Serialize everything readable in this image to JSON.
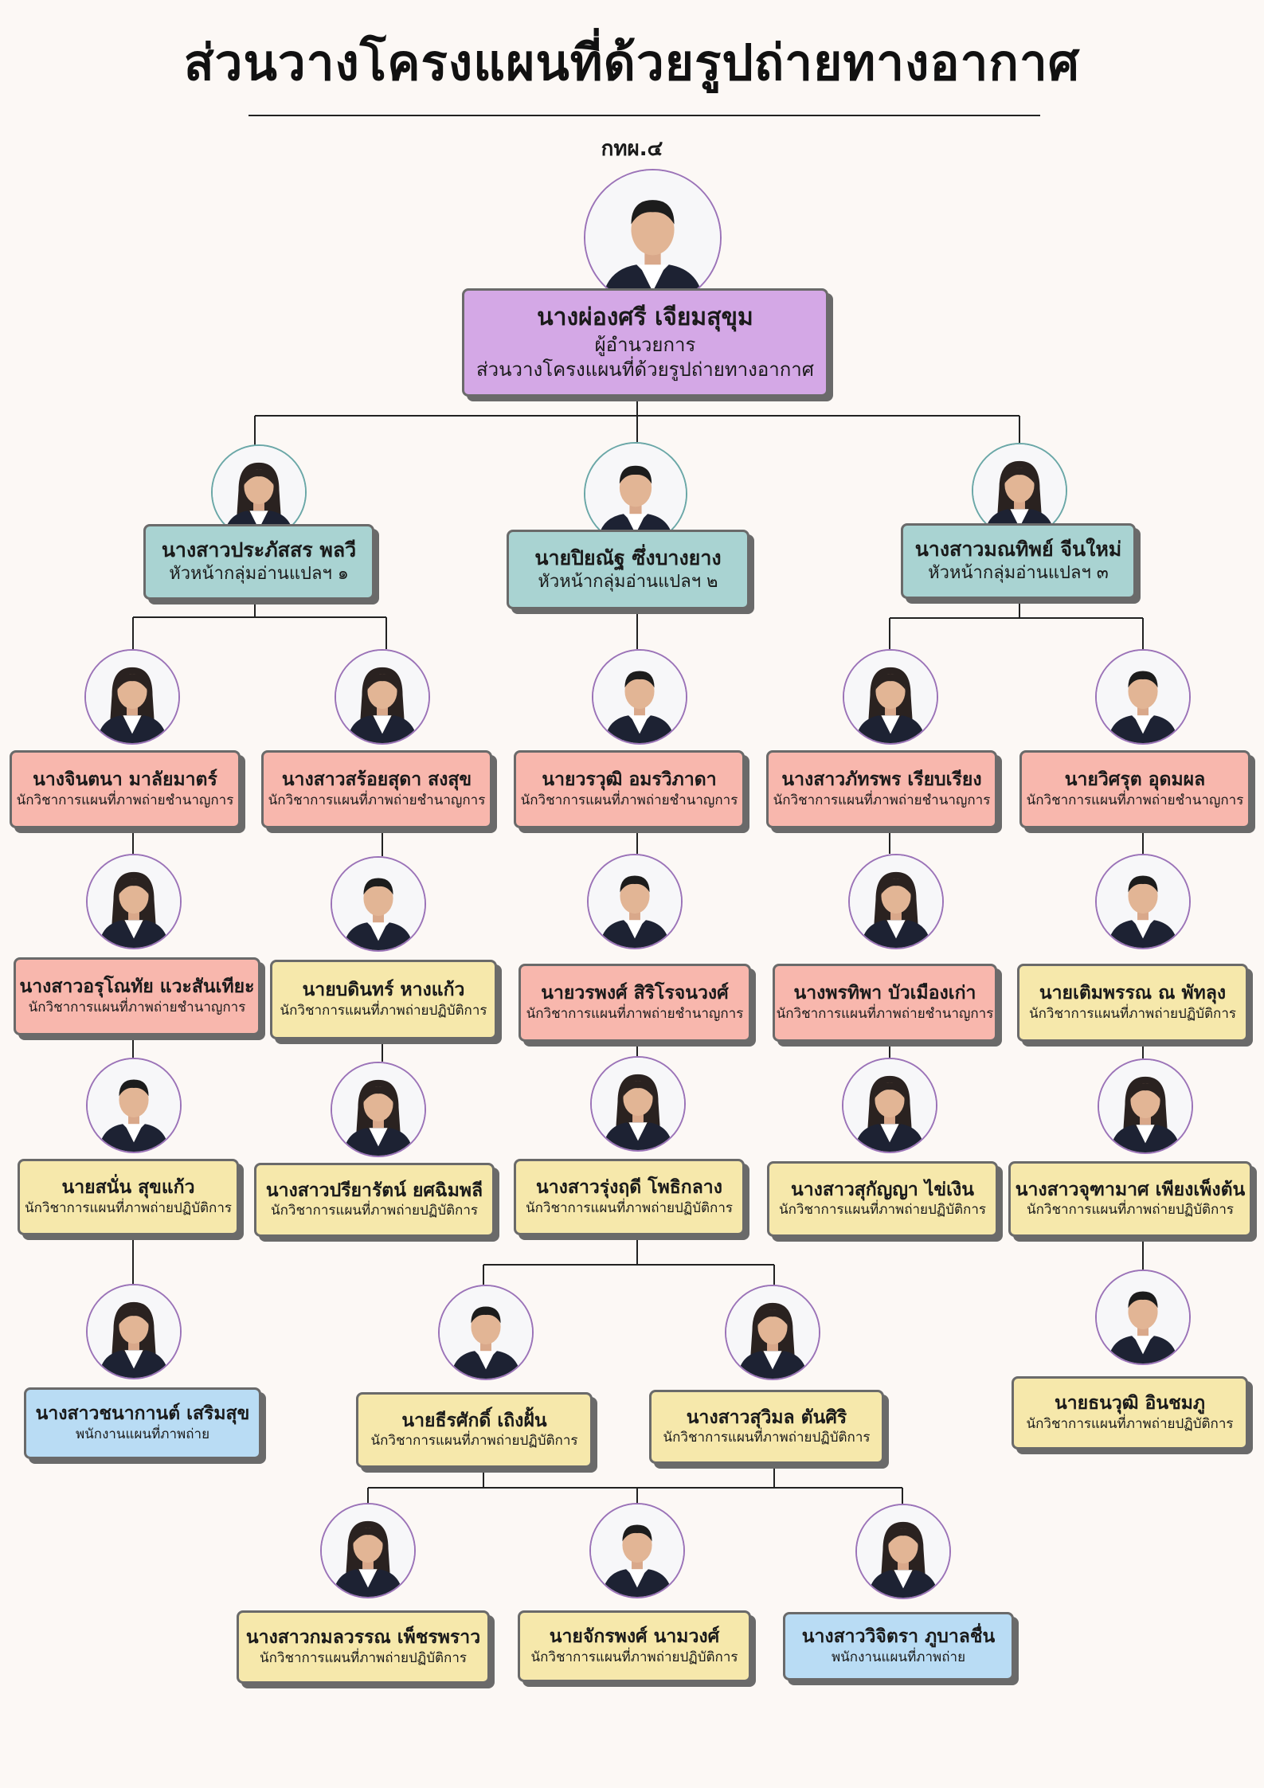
{
  "header": {
    "title": "ส่วนวางโครงแผนที่ด้วยรูปถ่ายทางอากาศ",
    "subtitle": "กทผ.๔"
  },
  "colors": {
    "director": "#d4a8e6",
    "group_head": "#a9d3d2",
    "expert": "#f8b7ad",
    "practitioner": "#f6e8ab",
    "staff": "#b9dcf4"
  },
  "people": {
    "director": {
      "name": "นางผ่องศรี เจียมสุขุม",
      "role": "ผู้อำนวยการ",
      "role2": "ส่วนวางโครงแผนที่ด้วยรูปถ่ายทางอากาศ"
    },
    "head1": {
      "name": "นางสาวประภัสสร พลวี",
      "role": "หัวหน้ากลุ่มอ่านแปลฯ ๑"
    },
    "head2": {
      "name": "นายปิยณัฐ ซึ่งบางยาง",
      "role": "หัวหน้ากลุ่มอ่านแปลฯ ๒"
    },
    "head3": {
      "name": "นางสาวมณทิพย์ จีนใหม่",
      "role": "หัวหน้ากลุ่มอ่านแปลฯ ๓"
    },
    "p1": {
      "name": "นางจินตนา มาลัยมาตร์",
      "role": "นักวิชาการแผนที่ภาพถ่ายชำนาญการ"
    },
    "p2": {
      "name": "นางสาวสร้อยสุดา สงสุข",
      "role": "นักวิชาการแผนที่ภาพถ่ายชำนาญการ"
    },
    "p3": {
      "name": "นายวรวุฒิ อมรวิภาดา",
      "role": "นักวิชาการแผนที่ภาพถ่ายชำนาญการ"
    },
    "p4": {
      "name": "นางสาวภัทรพร เรียบเรียง",
      "role": "นักวิชาการแผนที่ภาพถ่ายชำนาญการ"
    },
    "p5": {
      "name": "นายวิศรุต อุดมผล",
      "role": "นักวิชาการแผนที่ภาพถ่ายชำนาญการ"
    },
    "p6": {
      "name": "นางสาวอรุโณทัย แวะสันเทียะ",
      "role": "นักวิชาการแผนที่ภาพถ่ายชำนาญการ"
    },
    "p7": {
      "name": "นายบดินทร์ หางแก้ว",
      "role": "นักวิชาการแผนที่ภาพถ่ายปฏิบัติการ"
    },
    "p8": {
      "name": "นายวรพงศ์ สิริโรจนวงศ์",
      "role": "นักวิชาการแผนที่ภาพถ่ายชำนาญการ"
    },
    "p9": {
      "name": "นางพรทิพา บัวเมืองเก่า",
      "role": "นักวิชาการแผนที่ภาพถ่ายชำนาญการ"
    },
    "p10": {
      "name": "นายเติมพรรณ ณ พัทลุง",
      "role": "นักวิชาการแผนที่ภาพถ่ายปฏิบัติการ"
    },
    "p11": {
      "name": "นายสนั่น สุขแก้ว",
      "role": "นักวิชาการแผนที่ภาพถ่ายปฏิบัติการ"
    },
    "p12": {
      "name": "นางสาวปรียารัตน์ ยศฉิมพลี",
      "role": "นักวิชาการแผนที่ภาพถ่ายปฏิบัติการ"
    },
    "p13": {
      "name": "นางสาวรุ่งฤดี โพธิกลาง",
      "role": "นักวิชาการแผนที่ภาพถ่ายปฏิบัติการ"
    },
    "p14": {
      "name": "นางสาวสุกัญญา ไข่เงิน",
      "role": "นักวิชาการแผนที่ภาพถ่ายปฏิบัติการ"
    },
    "p15": {
      "name": "นางสาวจุฑามาศ เพียงเพ็งต้น",
      "role": "นักวิชาการแผนที่ภาพถ่ายปฏิบัติการ"
    },
    "p16": {
      "name": "นางสาวชนากานต์ เสริมสุข",
      "role": "พนักงานแผนที่ภาพถ่าย"
    },
    "p17": {
      "name": "นายธีรศักดิ์ เถิงฝั้น",
      "role": "นักวิชาการแผนที่ภาพถ่ายปฏิบัติการ"
    },
    "p18": {
      "name": "นางสาวสุวิมล ตันศิริ",
      "role": "นักวิชาการแผนที่ภาพถ่ายปฏิบัติการ"
    },
    "p19": {
      "name": "นายธนวุฒิ อินชมภู",
      "role": "นักวิชาการแผนที่ภาพถ่ายปฏิบัติการ"
    },
    "p20": {
      "name": "นางสาวกมลวรรณ เพ็ชรพราว",
      "role": "นักวิชาการแผนที่ภาพถ่ายปฏิบัติการ"
    },
    "p21": {
      "name": "นายจักรพงศ์ นามวงศ์",
      "role": "นักวิชาการแผนที่ภาพถ่ายปฏิบัติการ"
    },
    "p22": {
      "name": "นางสาววิจิตรา ภูบาลชื่น",
      "role": "พนักงานแผนที่ภาพถ่าย"
    }
  }
}
